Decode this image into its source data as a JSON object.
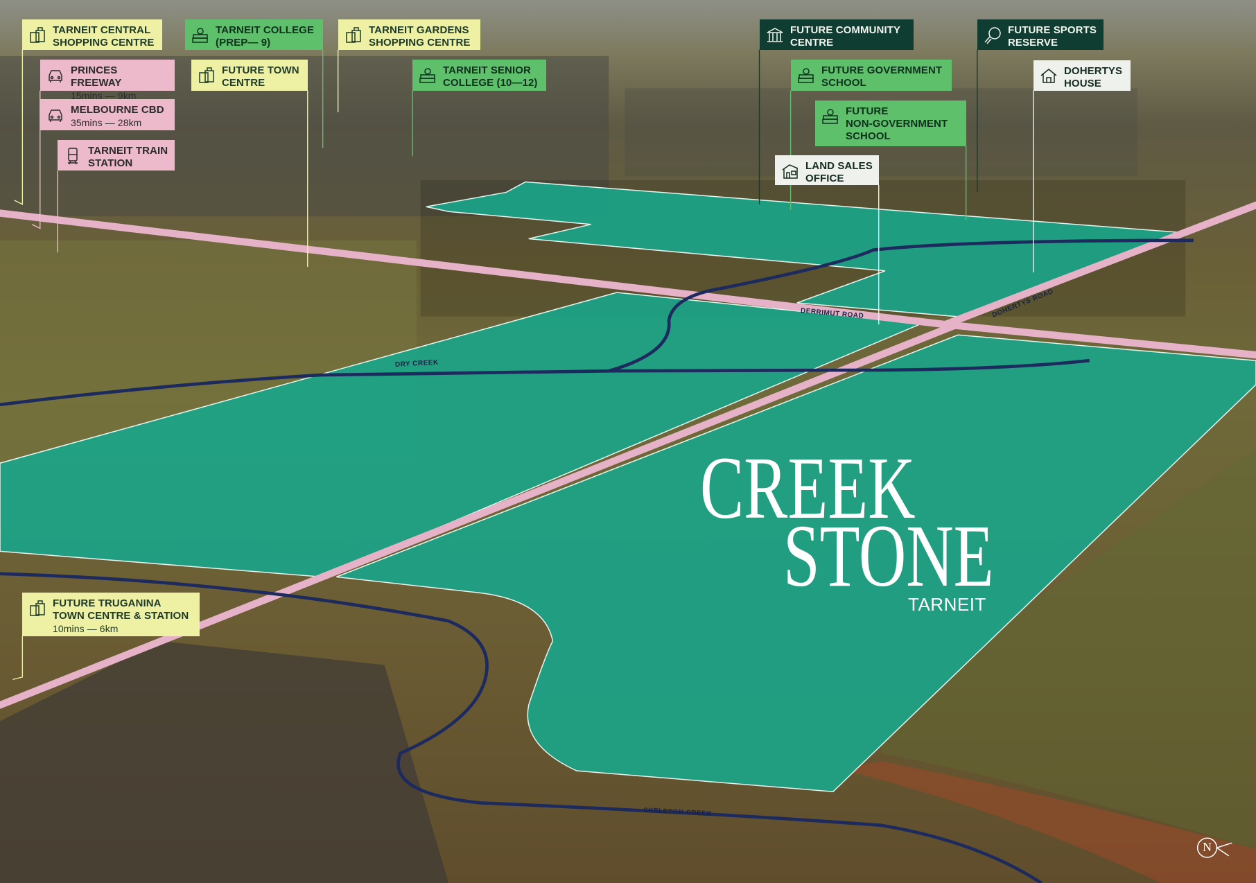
{
  "brand": {
    "line1": "CREEK",
    "line2": "STONE",
    "suburb": "TARNEIT"
  },
  "roads": {
    "derrimut": "DERRIMUT ROAD",
    "dohertys": "DOHERTYS ROAD"
  },
  "creeks": {
    "dry": "DRY CREEK",
    "skeleton": "SKELETON CREEK"
  },
  "compass": {
    "letter": "N"
  },
  "colors": {
    "site": "#1aa58a",
    "road": "#e6b2c8",
    "creek": "#1c2a5e",
    "yellow": "#eef0a4",
    "pink": "#ecbacb",
    "green": "#5fc06c",
    "dark": "#0f3d31",
    "white": "#eef1ec"
  },
  "labels": [
    {
      "line1": "TARNEIT CENTRAL",
      "line2": "SHOPPING CENTRE",
      "icon": "shopping-bag-icon",
      "style": "yellow"
    },
    {
      "line1": "TARNEIT COLLEGE",
      "line2": "(PREP— 9)",
      "icon": "books-icon",
      "style": "green"
    },
    {
      "line1": "TARNEIT GARDENS",
      "line2": "SHOPPING CENTRE",
      "icon": "shopping-bag-icon",
      "style": "yellow"
    },
    {
      "line1": "PRINCES FREEWAY",
      "sub": "15mins — 9km",
      "icon": "car-icon",
      "style": "pink"
    },
    {
      "line1": "FUTURE TOWN",
      "line2": "CENTRE",
      "icon": "shopping-bag-icon",
      "style": "yellow"
    },
    {
      "line1": "TARNEIT SENIOR",
      "line2": "COLLEGE (10—12)",
      "icon": "books-icon",
      "style": "green"
    },
    {
      "line1": "MELBOURNE CBD",
      "sub": "35mins — 28km",
      "icon": "car-icon",
      "style": "pink"
    },
    {
      "line1": "TARNEIT TRAIN",
      "line2": "STATION",
      "icon": "train-icon",
      "style": "pink"
    },
    {
      "line1": "FUTURE COMMUNITY",
      "line2": "CENTRE",
      "icon": "building-columns-icon",
      "style": "dark"
    },
    {
      "line1": "FUTURE SPORTS",
      "line2": "RESERVE",
      "icon": "soccer-ball-icon",
      "style": "dark"
    },
    {
      "line1": "FUTURE GOVERNMENT",
      "line2": "SCHOOL",
      "icon": "books-icon",
      "style": "green"
    },
    {
      "line1": "DOHERTYS",
      "line2": "HOUSE",
      "icon": "house-icon",
      "style": "white"
    },
    {
      "line1": "FUTURE",
      "line2": "NON-GOVERNMENT",
      "line3": "SCHOOL",
      "icon": "books-icon",
      "style": "green"
    },
    {
      "line1": "LAND SALES",
      "line2": "OFFICE",
      "icon": "office-icon",
      "style": "white"
    },
    {
      "line1": "FUTURE TRUGANINA",
      "line2": "TOWN CENTRE & STATION",
      "sub": "10mins — 6km",
      "icon": "shopping-bag-icon",
      "style": "yellow"
    }
  ]
}
